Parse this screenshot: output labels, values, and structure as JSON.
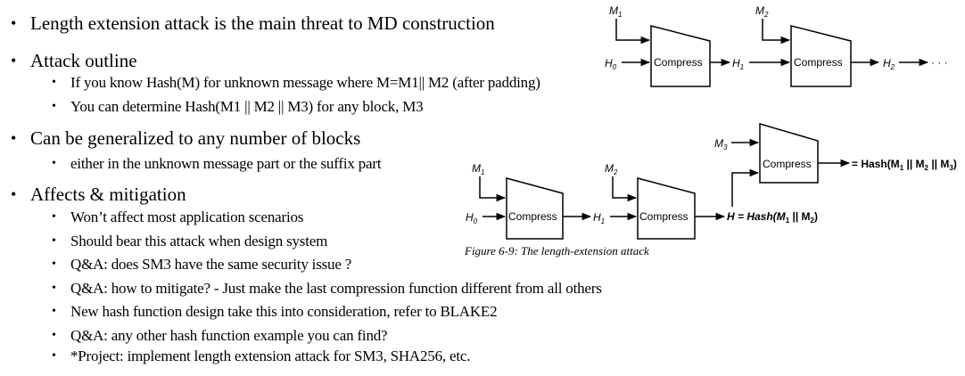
{
  "bullets": {
    "b1": "Length extension attack is the main threat to MD construction",
    "b2": "Attack outline",
    "b2_1": "If you know Hash(M) for unknown message where  M=M1|| M2 (after padding)",
    "b2_2": "You can determine Hash(M1 || M2 || M3) for any block, M3",
    "b3": "Can be generalized to any number of blocks",
    "b3_1": "either in the unknown message part or the suffix part",
    "b4": "Affects & mitigation",
    "b4_1": "Won’t affect most application scenarios",
    "b4_2": "Should bear this attack when design system",
    "b4_3": "Q&A: does SM3 have the same security issue ?",
    "b4_4": "Q&A: how to mitigate? - Just make the last compression function different from all others",
    "b4_5": "New hash function design take this into consideration, refer to BLAKE2",
    "b4_6": "Q&A: any other hash function example you can find?",
    "b4_7": "*Project: implement length extension attack for SM3, SHA256, etc."
  },
  "bullet_symbol": "•",
  "diagram_top": {
    "m1": "M",
    "m1_sub": "1",
    "m2": "M",
    "m2_sub": "2",
    "h0": "H",
    "h0_sub": "0",
    "h1": "H",
    "h1_sub": "1",
    "h2": "H",
    "h2_sub": "2",
    "compress1": "Compress",
    "compress2": "Compress",
    "ellipsis": "· · ·"
  },
  "diagram_bottom": {
    "m1": "M",
    "m1_sub": "1",
    "m2": "M",
    "m2_sub": "2",
    "m3": "M",
    "m3_sub": "3",
    "h0": "H",
    "h0_sub": "0",
    "h1": "H",
    "h1_sub": "1",
    "compress1": "Compress",
    "compress2": "Compress",
    "compress3": "Compress",
    "h_eq_prefix": "H = Hash(M",
    "h_eq_sub1": "1",
    "h_eq_mid": " || M",
    "h_eq_sub2": "2",
    "h_eq_suffix": ")",
    "hash_prefix": "= Hash(M",
    "hash_sub1": "1",
    "hash_mid1": " || M",
    "hash_sub2": "2",
    "hash_mid2": " || M",
    "hash_sub3": "3",
    "hash_suffix": ")"
  },
  "caption": "Figure 6-9: The length-extension attack"
}
